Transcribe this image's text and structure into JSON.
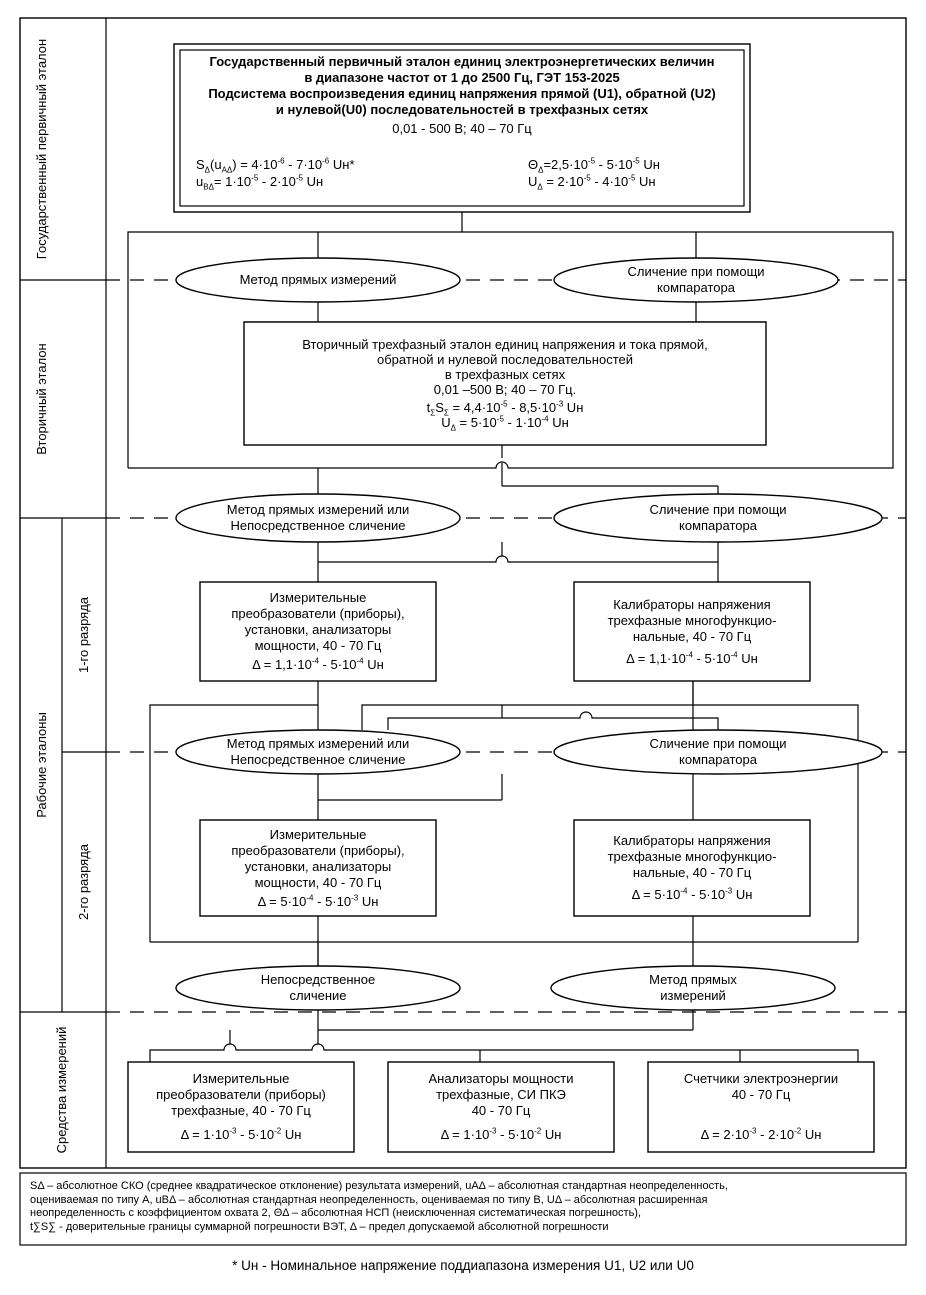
{
  "sections": {
    "state_primary": "Государственный первичный эталон",
    "secondary": "Вторичный эталон",
    "working": "Рабочие эталоны",
    "grade_1": "1-го разряда",
    "grade_2": "2-го разряда",
    "instruments": "Средства измерений"
  },
  "primary": {
    "title_1": "Государственный первичный эталон единиц электроэнергетических величин",
    "title_2": "в диапазоне частот от 1 до 2500 Гц, ГЭТ 153-2025",
    "title_3": "Подсистема воспроизведения единиц напряжения прямой (U1), обратной (U2)",
    "title_4": "и нулевой(U0) последовательностей в трехфазных сетях",
    "range": "0,01 - 500 В; 40 – 70 Гц",
    "s_sym": "S",
    "s_sub": "Δ",
    "s_arg": "(u",
    "s_arg_sub": "AΔ",
    "s_val_a": ") = 4·10",
    "s_exp_a": "-6",
    "s_val_b": " - 7·10",
    "s_exp_b": "-6",
    "s_unit": " Uн*",
    "u_sym": "u",
    "u_sub": "BΔ",
    "u_val_a": "= 1·10",
    "u_exp_a": "-5",
    "u_val_b": " - 2·10",
    "u_exp_b": "-5",
    "u_unit": " Uн",
    "th_sym": "Θ",
    "th_sub": "Δ",
    "th_val_a": "=2,5·10",
    "th_exp_a": "-5",
    "th_val_b": " - 5·10",
    "th_exp_b": "-5",
    "th_unit": " Uн",
    "U_sym": "U",
    "U_sub": "Δ",
    "U_val_a": " = 2·10",
    "U_exp_a": "-5",
    "U_val_b": " - 4·10",
    "U_exp_b": "-5",
    "U_unit": " Uн"
  },
  "methods": {
    "direct": "Метод прямых измерений",
    "comparator_1": "Сличение при помощи",
    "comparator_2": "компаратора",
    "direct_or_1": "Метод прямых измерений или",
    "direct_or_2": "Непосредственное сличение",
    "immediate_1": "Непосредственное",
    "immediate_2": "сличение",
    "direct_a": "Метод прямых",
    "direct_b": "измерений"
  },
  "secondary_box": {
    "line_1": "Вторичный трехфазный эталон единиц напряжения и тока прямой,",
    "line_2": "обратной и нулевой последовательностей",
    "line_3": "в трехфазных сетях",
    "line_4": "0,01 –500 В;  40 – 70 Гц.",
    "ts_a": "t",
    "ts_a_sub": "Σ",
    "ts_b": "S",
    "ts_b_sub": "Σ",
    "ts_val_a": " = 4,4·10",
    "ts_exp_a": "-5",
    "ts_val_b": " - 8,5·10",
    "ts_exp_b": "-3",
    "ts_unit": " Uн",
    "U_sym": "U",
    "U_sub": "Δ",
    "U_val_a": " = 5·10",
    "U_exp_a": "-5",
    "U_val_b": " - 1·10",
    "U_exp_b": "-4",
    "U_unit": " Uн"
  },
  "transducers": {
    "line_1": "Измерительные",
    "line_2": "преобразователи (приборы),",
    "line_3": "установки, анализаторы",
    "line_4": "мощности, 40 - 70 Гц"
  },
  "calibrators": {
    "line_1": "Калибраторы напряжения",
    "line_2": "трехфазные многофункцио-",
    "line_3": "нальные, 40 - 70 Гц"
  },
  "grade1_acc": {
    "a": "Δ = 1,1·10",
    "ea": "-4",
    "b": " - 5·10",
    "eb": "-4",
    "unit": " Uн"
  },
  "grade2_acc": {
    "a": "Δ = 5·10",
    "ea": "-4",
    "b": " - 5·10",
    "eb": "-3",
    "unit": " Uн"
  },
  "si_transducers": {
    "line_1": "Измерительные",
    "line_2": "преобразователи (приборы)",
    "line_3": "трехфазные, 40 - 70 Гц",
    "acc_a": "Δ = 1·10",
    "acc_ea": "-3",
    "acc_b": " - 5·10",
    "acc_eb": "-2",
    "acc_unit": " Uн"
  },
  "si_analyzers": {
    "line_1": "Анализаторы мощности",
    "line_2": "трехфазные, СИ ПКЭ",
    "line_3": "40 - 70 Гц",
    "acc_a": "Δ = 1·10",
    "acc_ea": "-3",
    "acc_b": " - 5·10",
    "acc_eb": "-2",
    "acc_unit": " Uн"
  },
  "si_meters": {
    "line_1": "Счетчики электроэнергии",
    "line_2": "40 - 70 Гц",
    "acc_a": "Δ = 2·10",
    "acc_ea": "-3",
    "acc_b": " - 2·10",
    "acc_eb": "-2",
    "acc_unit": " Uн"
  },
  "legend": [
    "SΔ – абсолютное СКО (среднее квадратическое отклонение) результата измерений, uAΔ – абсолютная стандартная неопределенность,",
    "оцениваемая по типу А, uBΔ – абсолютная стандартная неопределенность, оцениваемая по типу В, UΔ – абсолютная расширенная",
    "неопределенность с коэффициентом охвата 2, ΘΔ – абсолютная НСП (неисключенная систематическая погрешность),",
    "t∑S∑ - доверительные границы суммарной погрешности ВЭТ, Δ – предел допускаемой абсолютной погрешности"
  ],
  "footnote": "* Uн - Номинальное напряжение поддиапазона измерения U1, U2 или U0"
}
